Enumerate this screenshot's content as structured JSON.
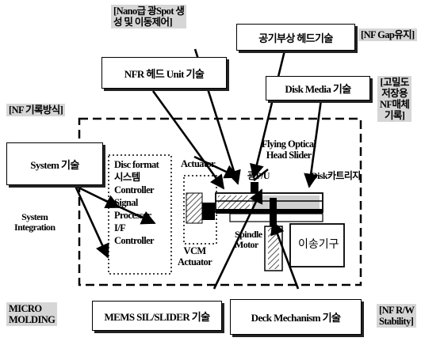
{
  "labels": {
    "nano_spot": [
      "[Nano급 광Spot 생",
      "성 및 이동제어]"
    ],
    "nf_gap": "[NF Gap유지]",
    "high_density": [
      "[고밀도",
      "저장용",
      "NF매체",
      "기록]"
    ],
    "nf_method": "[NF 기록방식]",
    "micro_molding": [
      "MICRO",
      "MOLDING"
    ],
    "nf_rw": [
      "[NF R/W",
      "Stability]"
    ],
    "system_integration": [
      "System",
      "Integration"
    ],
    "disc_format_block": [
      "Disc format",
      "시스템",
      "Controller",
      "Signal",
      "Processor",
      "I/F",
      "Controller"
    ],
    "actuator": "Actuator",
    "vcm_actuator": [
      "VCM",
      "Actuator"
    ],
    "flying_head": [
      "Flying Optical",
      "Head Slider"
    ],
    "optical_pu": "광P/U",
    "disk_cartridge": "Disk카트리지",
    "spindle_motor": [
      "Spindle",
      "Motor"
    ],
    "transfer_mech": "이송기구"
  },
  "boxes": {
    "head_tech": "공기부상 헤드기술",
    "nfr_unit": "NFR 헤드 Unit 기술",
    "disk_media": "Disk Media 기술",
    "system_tech": "System 기술",
    "mems_sil": "MEMS SIL/SLIDER 기술",
    "deck_mech": "Deck Mechanism 기술"
  }
}
